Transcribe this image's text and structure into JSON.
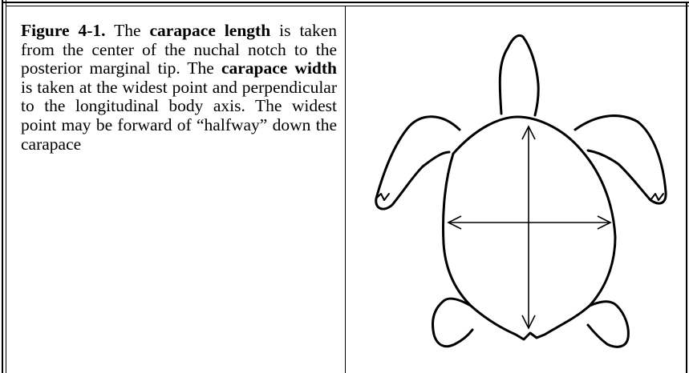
{
  "figure": {
    "label": "Figure 4-1.",
    "text_1": " The ",
    "term_length": "carapace length",
    "text_2": " is taken from the center of the nuchal notch to the posterior marginal tip. The ",
    "term_width": "carapace width",
    "text_3": " is taken at the widest point and perpendicular to the longitudinal body axis. The widest point may be forward of “halfway” down the carapace"
  },
  "illustration": {
    "icon": "turtle-outline-diagram",
    "measurements": [
      "carapace-length-arrow",
      "carapace-width-arrow"
    ]
  }
}
